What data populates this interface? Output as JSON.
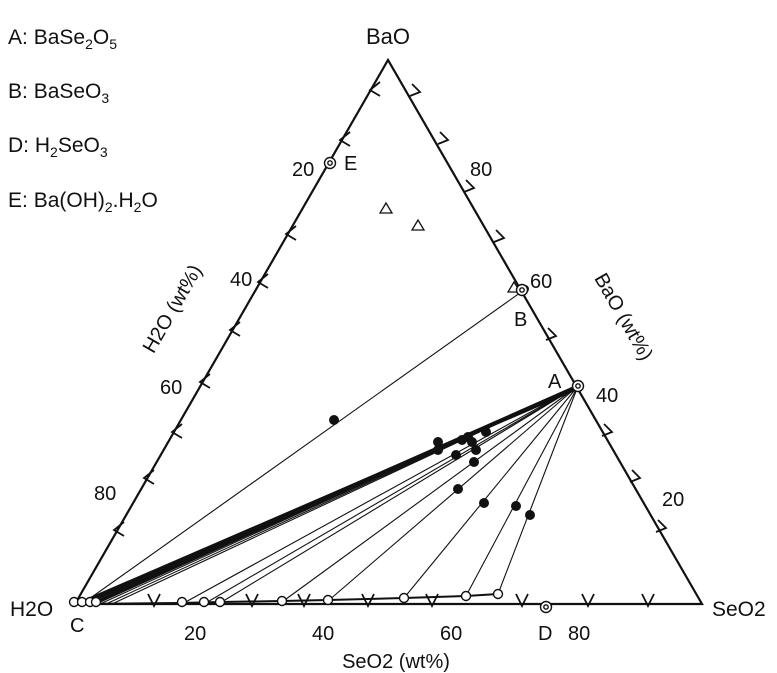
{
  "legend": [
    {
      "key": "A:",
      "formula": [
        "BaSe",
        "2",
        "O",
        "5",
        ""
      ]
    },
    {
      "key": "B:",
      "formula": [
        "BaSeO",
        "3",
        "",
        "",
        ""
      ]
    },
    {
      "key": "D:",
      "formula": [
        "H",
        "2",
        "SeO",
        "3",
        ""
      ]
    },
    {
      "key": "E:",
      "formula": [
        "Ba(OH)",
        "2",
        ".H",
        "2",
        "O"
      ]
    }
  ],
  "vertices": {
    "top": "BaO",
    "left": "H2O",
    "right": "SeO2"
  },
  "axis_titles": {
    "bottom": "SeO2 (wt%)",
    "left": "H2O (wt%)",
    "right": "BaO (wt%)"
  },
  "ticks": {
    "bottom": [
      "20",
      "40",
      "60",
      "80"
    ],
    "left": [
      "20",
      "40",
      "60",
      "80"
    ],
    "right": [
      "20",
      "40",
      "60",
      "80"
    ]
  },
  "point_labels": {
    "A": "A",
    "B": "B",
    "C": "C",
    "D": "D",
    "E": "E"
  },
  "colors": {
    "line": "#111111",
    "background": "#ffffff"
  }
}
